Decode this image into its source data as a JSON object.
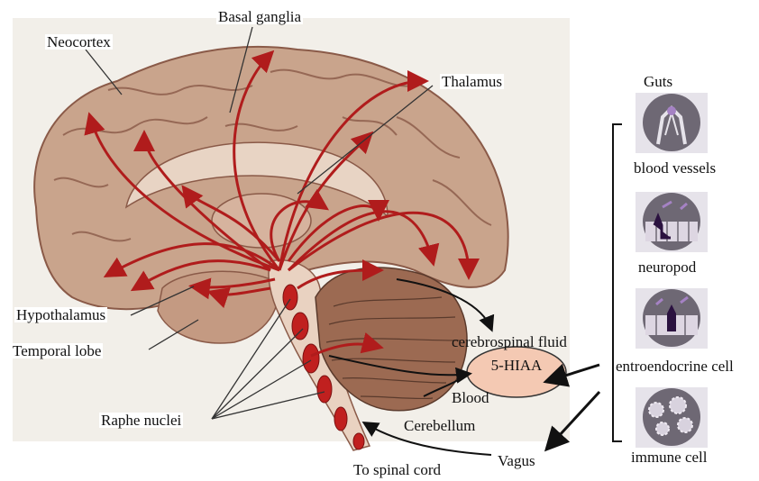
{
  "labels": {
    "neocortex": "Neocortex",
    "basal_ganglia": "Basal ganglia",
    "thalamus": "Thalamus",
    "hypothalamus": "Hypothalamus",
    "temporal_lobe": "Temporal lobe",
    "raphe_nuclei": "Raphe nuclei",
    "to_spinal_cord": "To spinal cord",
    "cerebrospinal_fluid": "cerebrospinal fluid",
    "hiaa": "5-HIAA",
    "blood": "Blood",
    "cerebellum": "Cerebellum",
    "vagus": "Vagus"
  },
  "gut_panel": {
    "title": "Guts",
    "items": [
      {
        "label": "blood vessels",
        "icon": "blood-vessels-icon"
      },
      {
        "label": "neuropod",
        "icon": "neuropod-icon"
      },
      {
        "label": "entroendocrine cell",
        "icon": "enteroendocrine-cell-icon"
      },
      {
        "label": "immune cell",
        "icon": "immune-cell-icon"
      }
    ]
  },
  "colors": {
    "brain": "#c9a48c",
    "brain_dark": "#8a5a48",
    "pathway": "#b01c1c",
    "oval_fill": "#f4c9b3",
    "cerebellum": "#9c6a52",
    "icon_bg": "#6e6874"
  }
}
